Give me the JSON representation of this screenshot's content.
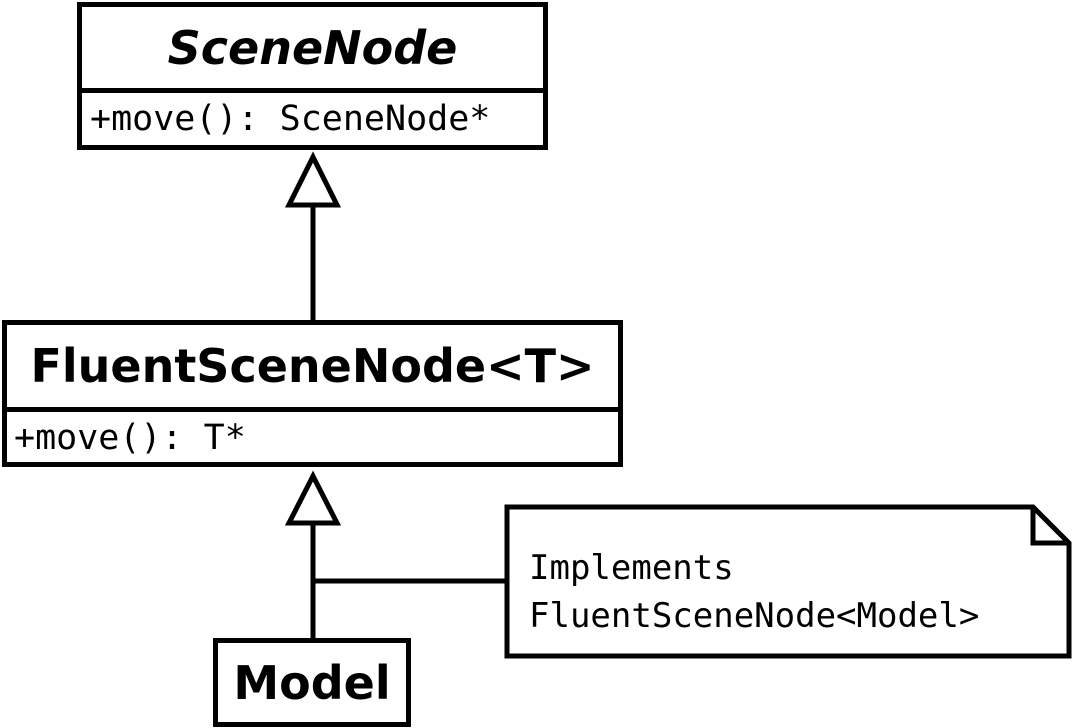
{
  "classes": {
    "scene_node": {
      "name": "SceneNode",
      "abstract": true,
      "methods": [
        "+move(): SceneNode*"
      ]
    },
    "fluent_scene_node": {
      "name": "FluentSceneNode<T>",
      "abstract": false,
      "methods": [
        "+move(): T*"
      ]
    },
    "model": {
      "name": "Model",
      "abstract": false,
      "methods": []
    }
  },
  "note": {
    "lines": [
      "Implements",
      "FluentSceneNode<Model>"
    ]
  },
  "relations": [
    {
      "type": "generalization",
      "from": "FluentSceneNode<T>",
      "to": "SceneNode"
    },
    {
      "type": "generalization",
      "from": "Model",
      "to": "FluentSceneNode<T>"
    }
  ]
}
